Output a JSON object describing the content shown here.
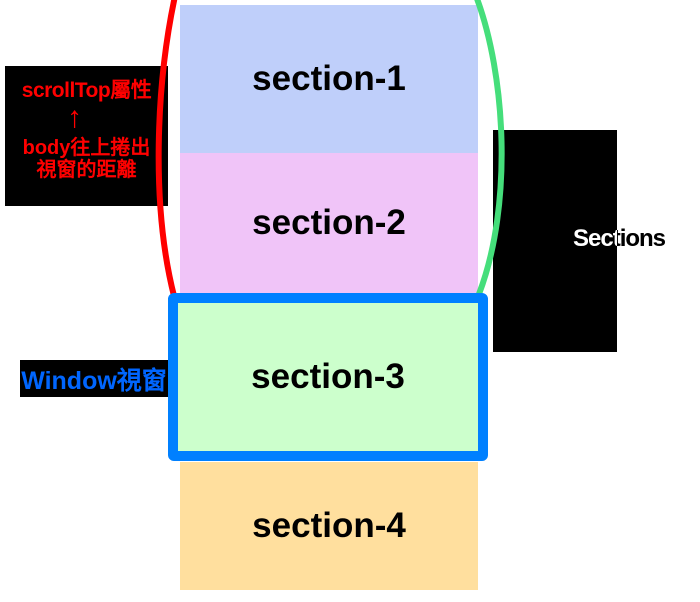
{
  "scroll_annotation": {
    "line1": "scrollTop屬性",
    "arrow_icon": "↑",
    "line2": "body往上捲出",
    "line3": "視窗的距離",
    "text_color": "#ff0000",
    "box_color": "#000000"
  },
  "sections": [
    {
      "label": "section-1",
      "color": "#bfcffa"
    },
    {
      "label": "section-2",
      "color": "#f0c4f8"
    },
    {
      "label": "section-3",
      "color": "#ccffcc"
    },
    {
      "label": "section-4",
      "color": "#ffdf9e"
    }
  ],
  "window": {
    "label": "Window視窗",
    "label_color": "#0066ff",
    "border_color": "#0080ff",
    "box_color": "#000000"
  },
  "right_panel": {
    "label": "Sections",
    "box_color": "#000000",
    "text_color": "#ffffff"
  },
  "ellipses": {
    "red_arc_color": "#ff0000",
    "green_arc_color": "#45de7b"
  }
}
